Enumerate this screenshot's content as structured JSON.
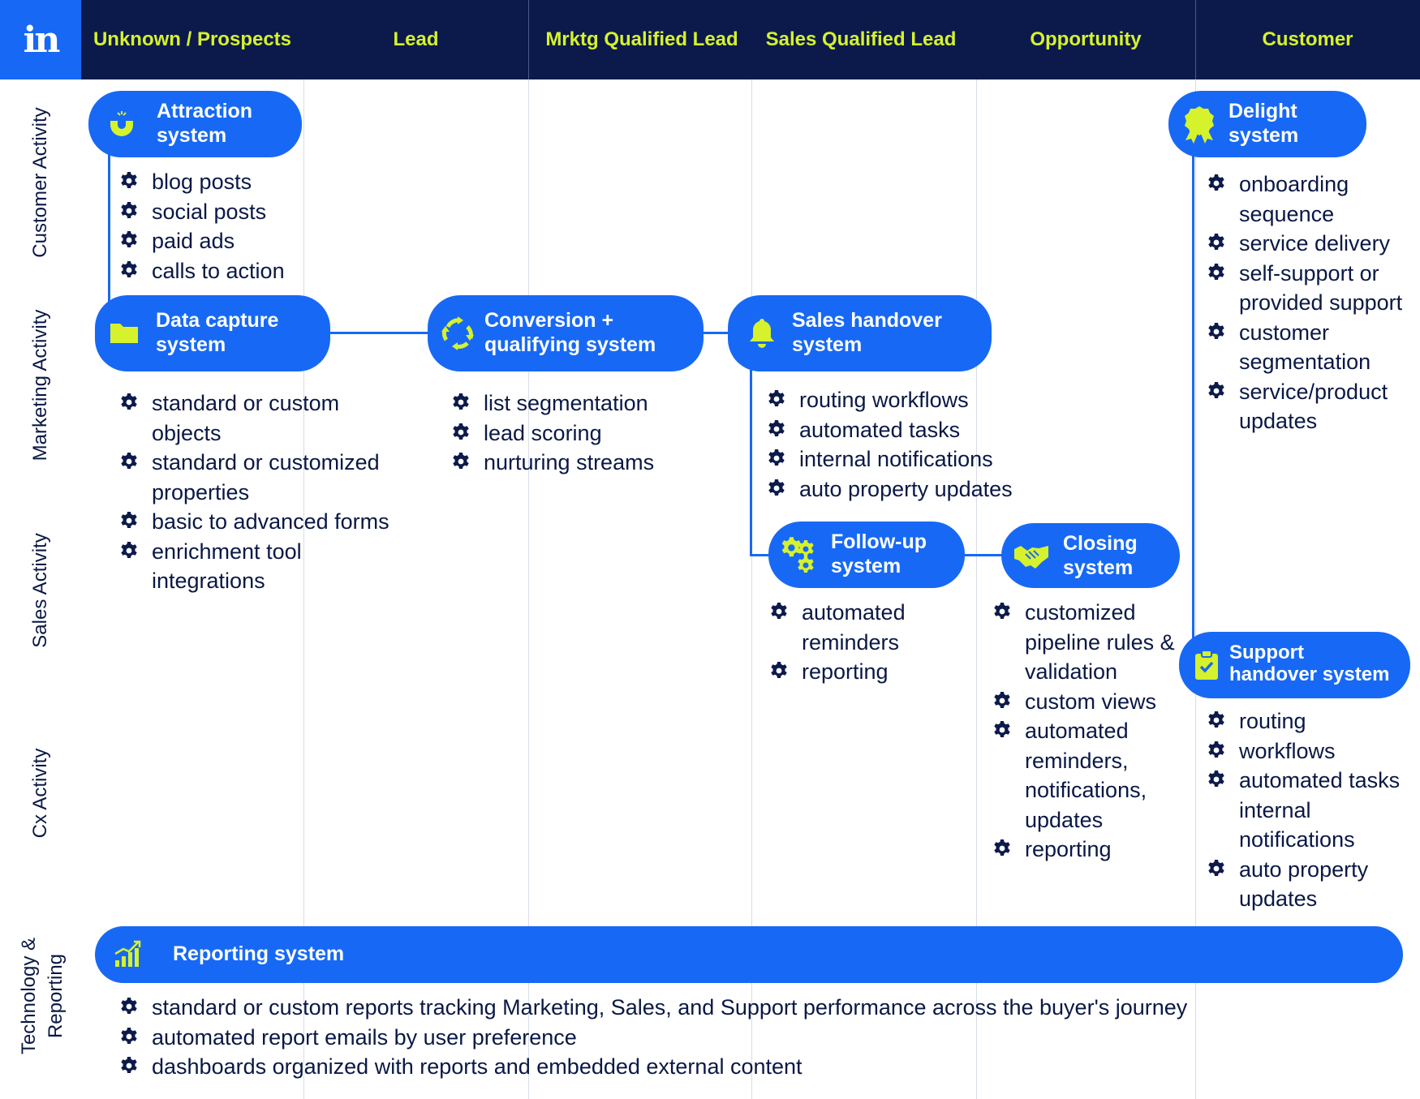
{
  "logo": {
    "text": "in"
  },
  "stages": [
    "Unknown / Prospects",
    "Lead",
    "Mrktg Qualified Lead",
    "Sales Qualified Lead",
    "Opportunity",
    "Customer"
  ],
  "lanes": {
    "customer": "Customer Activity",
    "marketing": "Marketing Activity",
    "sales": "Sales Activity",
    "cx": "Cx Activity",
    "tech_line1": "Technology &",
    "tech_line2": "Reporting"
  },
  "systems": {
    "attraction": {
      "title": "Attraction\nsystem",
      "icon": "magnet-icon",
      "items": [
        "blog posts",
        "social posts",
        "paid ads",
        "calls to action"
      ]
    },
    "data_capture": {
      "title": "Data capture\nsystem",
      "icon": "folder-icon",
      "items": [
        "standard or custom objects",
        "standard or customized properties",
        "basic to advanced forms",
        "enrichment tool integrations"
      ]
    },
    "conversion": {
      "title": "Conversion +\nqualifying system",
      "icon": "cycle-arrows-icon",
      "items": [
        "list segmentation",
        "lead scoring",
        "nurturing streams"
      ]
    },
    "sales_handover": {
      "title": "Sales handover\nsystem",
      "icon": "bell-icon",
      "items": [
        "routing workflows",
        "automated tasks",
        "internal notifications",
        "auto property updates"
      ]
    },
    "followup": {
      "title": "Follow-up\nsystem",
      "icon": "gears-icon",
      "items": [
        "automated reminders",
        "reporting"
      ]
    },
    "closing": {
      "title": "Closing\nsystem",
      "icon": "handshake-icon",
      "items": [
        "customized pipeline rules & validation",
        "custom views",
        "automated reminders, notifications, updates",
        "reporting"
      ]
    },
    "delight": {
      "title": "Delight\nsystem",
      "icon": "award-badge-icon",
      "items": [
        "onboarding sequence",
        "service delivery",
        "self-support or provided support",
        "customer segmentation",
        "service/product updates"
      ]
    },
    "support_handover": {
      "title": "Support\nhandover system",
      "icon": "clipboard-check-icon",
      "items": [
        "routing",
        "workflows",
        "automated tasks internal notifications",
        "auto property updates"
      ]
    },
    "reporting": {
      "title": "Reporting system",
      "icon": "bar-chart-icon",
      "items": [
        "standard or custom reports tracking Marketing, Sales, and Support performance across the buyer's journey",
        "automated report emails by user preference",
        "dashboards organized with reports and embedded external content"
      ]
    }
  },
  "colors": {
    "navy": "#0c1a4b",
    "blue": "#1769f5",
    "lime": "#d6f22d"
  }
}
